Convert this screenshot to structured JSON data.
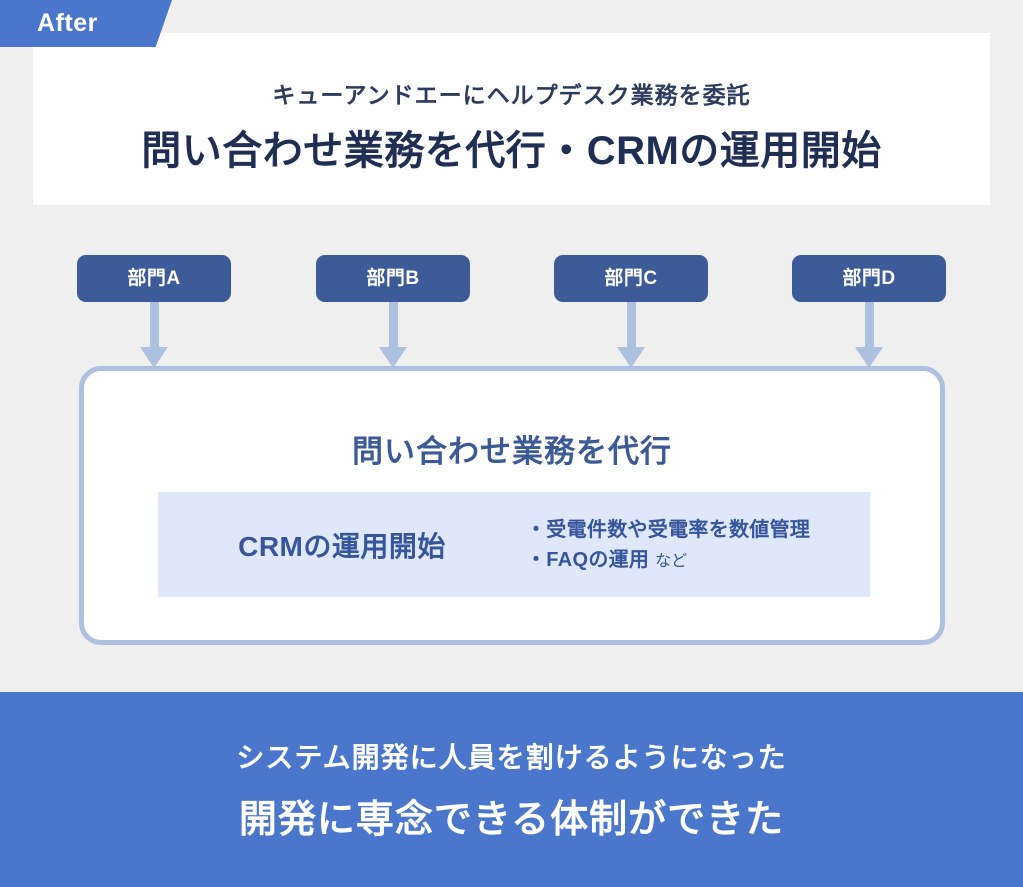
{
  "colors": {
    "page_background": "#efeff0",
    "accent_blue": "#4a77cc",
    "dept_box_blue": "#3d5a99",
    "arrow_blue": "#aec0e0",
    "panel_border": "#aec0e0",
    "crm_box_background": "#dfe8fa",
    "heading_navy": "#1f2f54",
    "panel_heading_blue": "#3c5a96"
  },
  "tab": {
    "label": "After"
  },
  "header": {
    "subtitle": "キューアンドエーにヘルプデスク業務を委託",
    "title": "問い合わせ業務を代行・CRMの運用開始"
  },
  "departments": [
    {
      "label": "部門A"
    },
    {
      "label": "部門B"
    },
    {
      "label": "部門C"
    },
    {
      "label": "部門D"
    }
  ],
  "main_panel": {
    "heading": "問い合わせ業務を代行",
    "crm": {
      "title": "CRMの運用開始",
      "bullets": [
        {
          "text": "・受電件数や受電率を数値管理",
          "suffix": ""
        },
        {
          "text": "・FAQの運用",
          "suffix": "など"
        }
      ]
    }
  },
  "bottom_banner": {
    "line1": "システム開発に人員を割けるようになった",
    "line2": "開発に専念できる体制ができた"
  }
}
